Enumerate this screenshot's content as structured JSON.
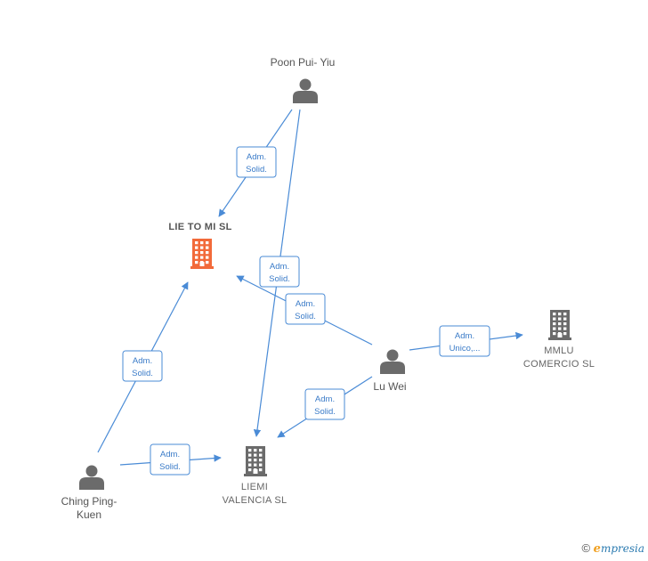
{
  "people": [
    {
      "id": "poon",
      "name_lines": [
        "Poon Pui-  Yiu"
      ]
    },
    {
      "id": "luwei",
      "name_lines": [
        "Lu Wei"
      ]
    },
    {
      "id": "ching",
      "name_lines": [
        "Ching Ping-",
        "Kuen"
      ]
    }
  ],
  "companies": [
    {
      "id": "lietomi",
      "name_lines": [
        "LIE TO MI  SL"
      ],
      "color": "#f26a3a",
      "highlight": true
    },
    {
      "id": "mmlu",
      "name_lines": [
        "MMLU",
        "COMERCIO  SL"
      ],
      "color": "#6b6b6b",
      "highlight": false
    },
    {
      "id": "liemi",
      "name_lines": [
        "LIEMI",
        "VALENCIA  SL"
      ],
      "color": "#6b6b6b",
      "highlight": false
    }
  ],
  "edges": [
    {
      "from": "poon",
      "to": "lietomi",
      "label_lines": [
        "Adm.",
        "Solid."
      ]
    },
    {
      "from": "poon",
      "to": "liemi",
      "label_lines": [
        "Adm.",
        "Solid."
      ]
    },
    {
      "from": "luwei",
      "to": "lietomi",
      "label_lines": [
        "Adm.",
        "Solid."
      ]
    },
    {
      "from": "luwei",
      "to": "mmlu",
      "label_lines": [
        "Adm.",
        "Unico,..."
      ]
    },
    {
      "from": "luwei",
      "to": "liemi",
      "label_lines": [
        "Adm.",
        "Solid."
      ]
    },
    {
      "from": "ching",
      "to": "lietomi",
      "label_lines": [
        "Adm.",
        "Solid."
      ]
    },
    {
      "from": "ching",
      "to": "liemi",
      "label_lines": [
        "Adm.",
        "Solid."
      ]
    }
  ],
  "colors": {
    "edge": "#4a8bd6",
    "person_icon": "#6b6b6b"
  },
  "footer": {
    "copyright_symbol": "©",
    "brand_initial": "e",
    "brand_rest": "mpresia"
  }
}
